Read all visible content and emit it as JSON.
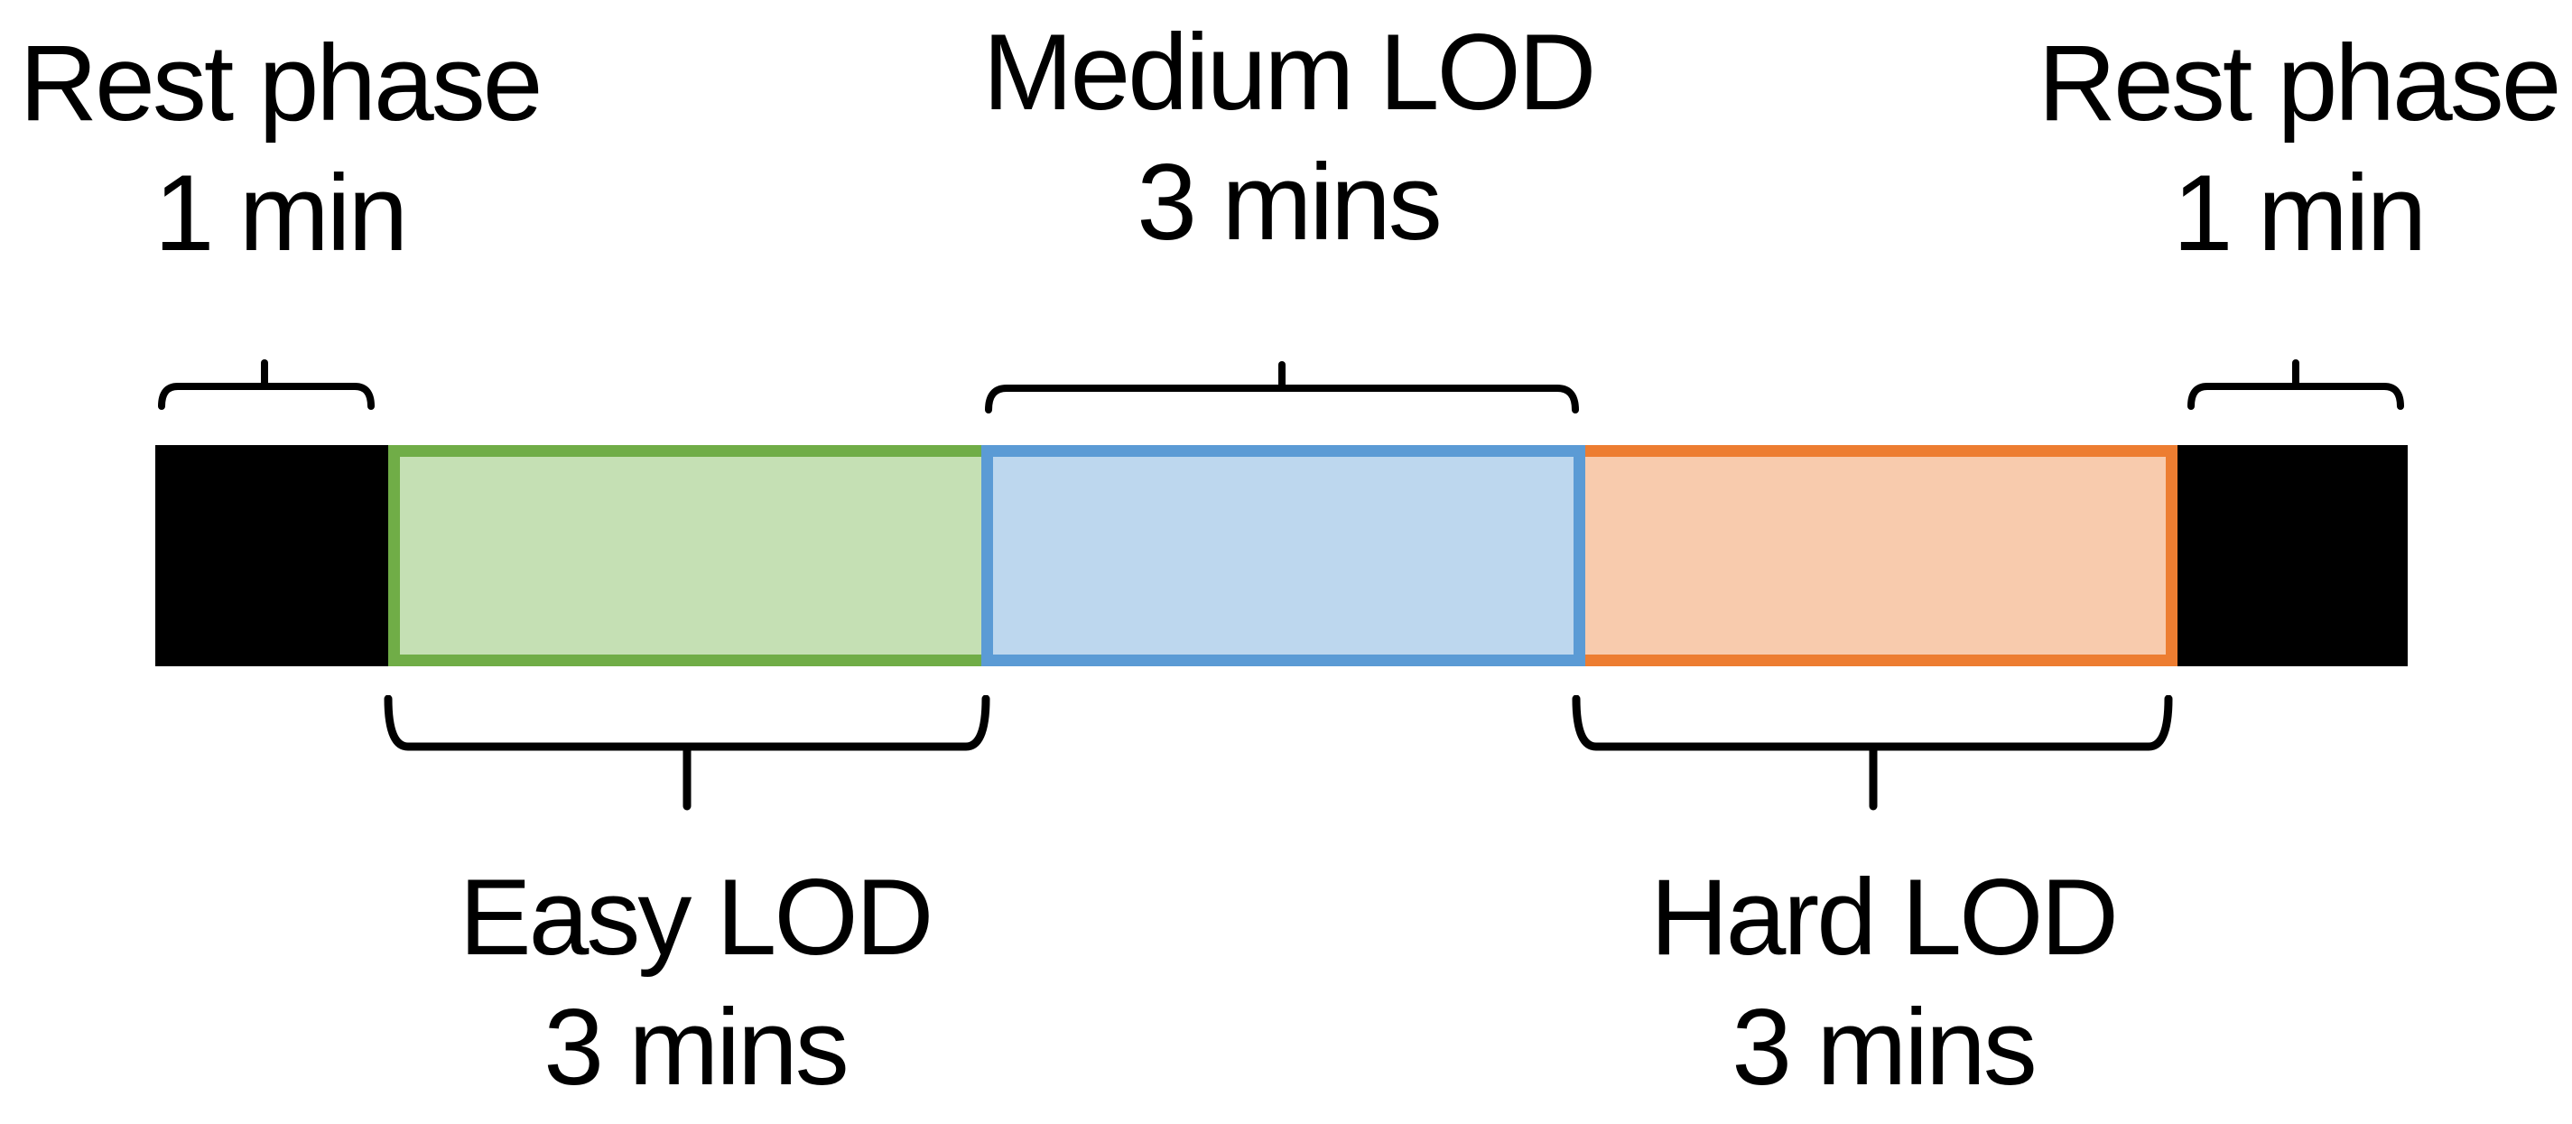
{
  "timeline": {
    "background": "#FFFFFF",
    "text_color": "#000000",
    "brace_color": "#000000",
    "segments": [
      {
        "name": "rest-start",
        "label": "Rest phase",
        "duration": "1 min",
        "fill": "#000000",
        "border": "#000000"
      },
      {
        "name": "easy-lod",
        "label": "Easy LOD",
        "duration": "3 mins",
        "fill": "#C5E0B4",
        "border": "#70AD47"
      },
      {
        "name": "medium-lod",
        "label": "Medium LOD",
        "duration": "3 mins",
        "fill": "#BDD7EE",
        "border": "#5B9BD5"
      },
      {
        "name": "hard-lod",
        "label": "Hard LOD",
        "duration": "3 mins",
        "fill": "#F8CBAD",
        "border": "#ED7D31"
      },
      {
        "name": "rest-end",
        "label": "Rest phase",
        "duration": "1 min",
        "fill": "#000000",
        "border": "#000000"
      }
    ]
  }
}
